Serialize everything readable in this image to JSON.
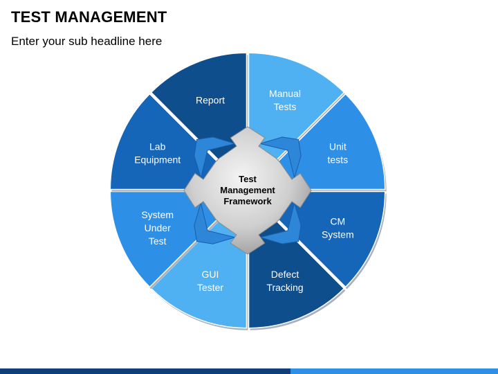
{
  "header": {
    "title": "TEST MANAGEMENT",
    "subtitle": "Enter your sub headline here"
  },
  "center": {
    "lines": [
      "Test",
      "Management",
      "Framework"
    ]
  },
  "segments": [
    {
      "lines": [
        "Manual",
        "Tests"
      ],
      "color": "#4FB0F2"
    },
    {
      "lines": [
        "Unit",
        "tests"
      ],
      "color": "#2E8FE6"
    },
    {
      "lines": [
        "CM",
        "System"
      ],
      "color": "#1565B8"
    },
    {
      "lines": [
        "Defect",
        "Tracking"
      ],
      "color": "#0F4E8C"
    },
    {
      "lines": [
        "GUI",
        "Tester"
      ],
      "color": "#4FB0F2"
    },
    {
      "lines": [
        "System",
        "Under",
        "Test"
      ],
      "color": "#2E8FE6"
    },
    {
      "lines": [
        "Lab",
        "Equipment"
      ],
      "color": "#1565B8"
    },
    {
      "lines": [
        "Report"
      ],
      "color": "#0F4E8C"
    }
  ],
  "colors": {
    "arrow_blue": "#2E86D9",
    "gear_gray": "#C8C8C8",
    "footer_dark": "#0F3E78",
    "footer_light": "#2E8FE6"
  }
}
